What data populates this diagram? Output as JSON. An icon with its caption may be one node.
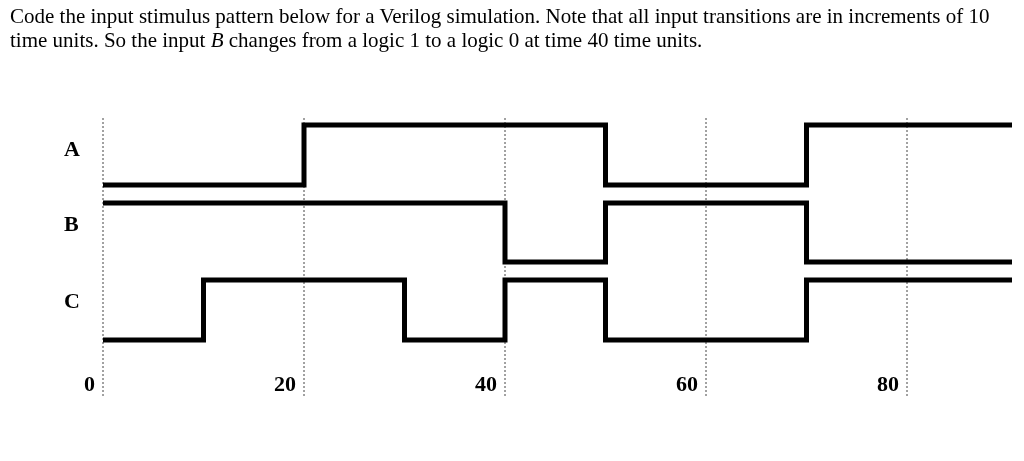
{
  "diagram": {
    "title": "Code the input stimulus pattern below for a Verilog simulation.  Note that all input transitions are in increments of 10 time units.  So the input *B* changes from a logic  1  to a logic  0  at time 40  time units.",
    "labels": [
      "A",
      "B",
      "C",
      "0",
      "20",
      "40",
      "60",
      "80"
    ]
  }
}
